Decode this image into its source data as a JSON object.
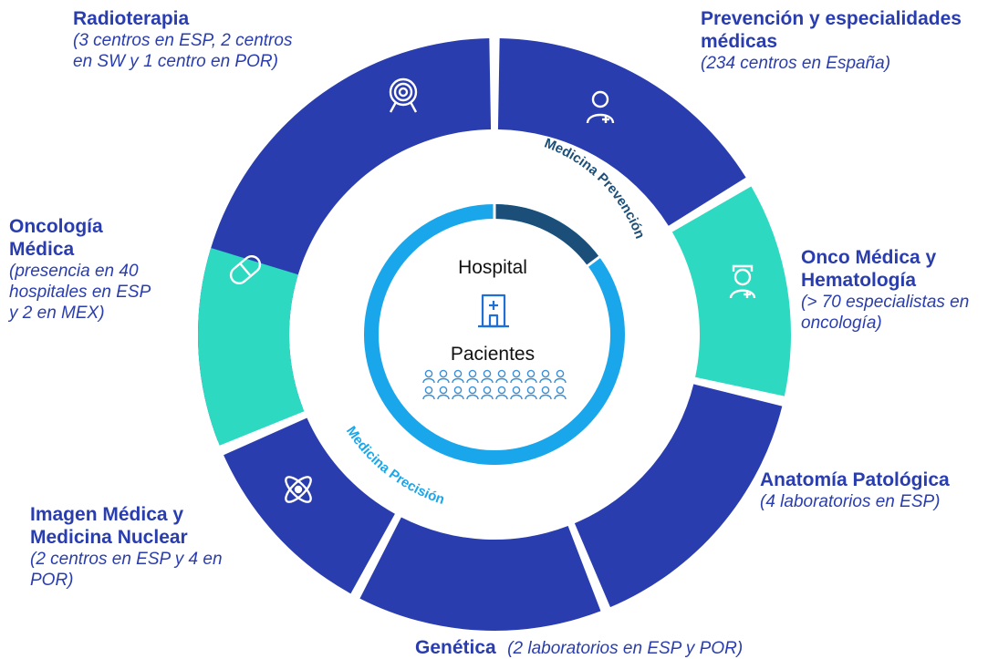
{
  "segments": [
    {
      "title": "Radioterapia",
      "description": "(3 centros en ESP, 2 centros en SW y 1 centro en POR)",
      "icon": "target-icon",
      "color": "#2a3daf"
    },
    {
      "title": "Prevención y especialidades médicas",
      "description": "(234 centros en España)",
      "icon": "doctor-icon",
      "color": "#2a3daf"
    },
    {
      "title": "Onco Médica y Hematología",
      "description": "(> 70 especialistas en oncología)",
      "icon": "nurse-icon",
      "color": "#2dd9c1"
    },
    {
      "title": "Anatomía Patológica",
      "description": "(4 laboratorios en ESP)",
      "icon": "",
      "color": "#2a3daf"
    },
    {
      "title": "Genética",
      "description": "(2 laboratorios en ESP y POR)",
      "icon": "",
      "color": "#2a3daf"
    },
    {
      "title": "Imagen Médica y Medicina Nuclear",
      "description": "(2 centros en ESP y 4 en POR)",
      "icon": "atom-icon",
      "color": "#2a3daf"
    },
    {
      "title": "Oncología Médica",
      "description": "(presencia en 40 hospitales en ESP y 2 en MEX)",
      "icon": "pill-icon",
      "color": "#2dd9c1"
    }
  ],
  "inner_arcs": [
    {
      "label": "Medicina Prevención",
      "color": "#1b4f7a"
    },
    {
      "label": "Medicina Precisión",
      "color": "#1aa6ea"
    }
  ],
  "hub": {
    "title": "Hospital",
    "subtitle": "Pacientes",
    "hospital_icon": "hospital-icon",
    "patients_icon": "patients-group-icon"
  }
}
